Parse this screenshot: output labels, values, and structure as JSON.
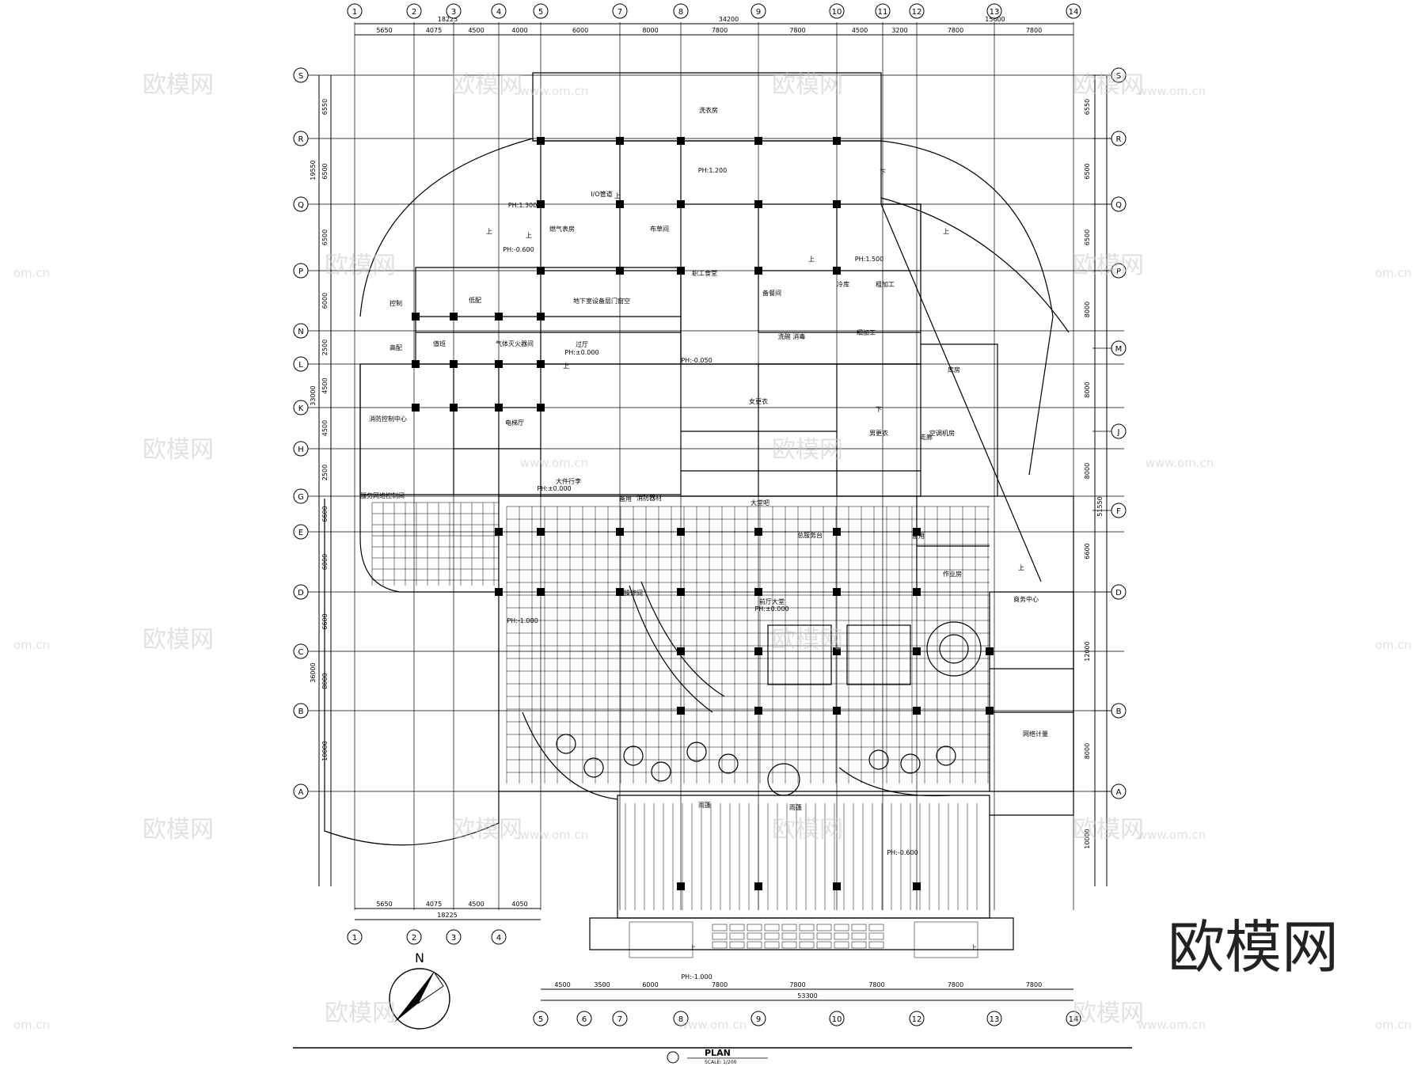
{
  "grid": {
    "top_labels": [
      "1",
      "2",
      "3",
      "4",
      "5",
      "7",
      "8",
      "9",
      "10",
      "11",
      "12",
      "13",
      "14"
    ],
    "bottom_left_labels": [
      "1",
      "2",
      "3",
      "4"
    ],
    "bottom_right_labels": [
      "5",
      "6",
      "7",
      "8",
      "9",
      "10",
      "12",
      "13",
      "14"
    ],
    "row_labels": [
      "S",
      "R",
      "Q",
      "P",
      "N",
      "L",
      "K",
      "H",
      "G",
      "E",
      "D",
      "C",
      "B",
      "A"
    ],
    "row_labels_right": [
      "S",
      "R",
      "Q",
      "P",
      "M",
      "J",
      "F",
      "D",
      "B",
      "A"
    ],
    "top_dims_row1": [
      "18225",
      "34200",
      "15600"
    ],
    "top_dims_row2": [
      "5650",
      "4075",
      "4500",
      "4000",
      "6000",
      "8000",
      "7800",
      "7800",
      "4500",
      "3200",
      "7800",
      "7800"
    ],
    "bottom_dims_left": [
      "5650",
      "4075",
      "4500",
      "4050"
    ],
    "bottom_dims_left_total": "18225",
    "bottom_dims_right": [
      "4500",
      "3500",
      "6000",
      "7800",
      "7800",
      "7800",
      "7800",
      "7800"
    ],
    "bottom_dims_right_total": "53300",
    "left_dims": [
      "6550",
      "6500",
      "6500",
      "6000",
      "2500",
      "4500",
      "4500",
      "2500",
      "6600",
      "6000",
      "6600",
      "8000",
      "10000"
    ],
    "left_totals": [
      "19550",
      "33000",
      "36000"
    ],
    "right_dims": [
      "6550",
      "6500",
      "6500",
      "8000",
      "8000",
      "8000",
      "6600",
      "12000",
      "8000",
      "10000"
    ],
    "right_total": "51550"
  },
  "rooms": [
    "洗衣房",
    "PH:1.200",
    "PH:1.300",
    "PH:-0.600",
    "燃气表房",
    "I/O管道",
    "布草间",
    "职工食堂",
    "PH:1.500",
    "备餐间",
    "冷库",
    "粗加工",
    "控制",
    "低配",
    "地下室设备层门窗空",
    "洗碗 消毒",
    "细加工",
    "高配",
    "值班",
    "气体灭火器间",
    "过厅",
    "PH:±0.000",
    "PH:-0.050",
    "库房",
    "消防控制中心",
    "女更衣",
    "男更衣",
    "空调机房",
    "走廊",
    "电梯厅",
    "大件行李",
    "PH:±0.000",
    "备用",
    "服务网络控制间",
    "消防器材",
    "大堂吧",
    "总服务台",
    "备用",
    "作业房",
    "操作间",
    "商务中心",
    "前厅大堂",
    "PH:±0.000",
    "雨篷",
    "雨篷",
    "PH:-0.600",
    "PH:-1.000",
    "PH:-1.000",
    "网络计量"
  ],
  "labels": {
    "plan_title": "PLAN",
    "plan_scale": "SCALE: 1/200",
    "north": "N",
    "up_marker": "上",
    "down_marker": "下"
  },
  "watermarks": {
    "cn": "欧模网",
    "url": "www.om.cn",
    "url_edge": "om.cn",
    "big": "欧模网"
  }
}
